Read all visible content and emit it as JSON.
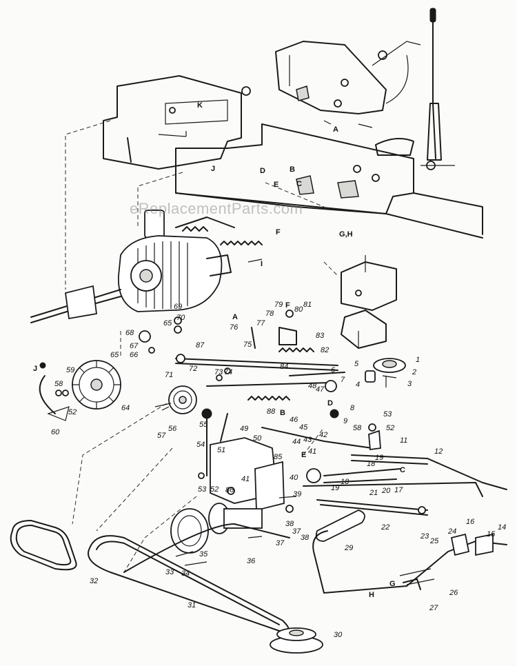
{
  "watermark": "eReplacementParts.com",
  "callouts": [
    {
      "id": "n1",
      "text": "1"
    },
    {
      "id": "n2",
      "text": "2"
    },
    {
      "id": "n3",
      "text": "3"
    },
    {
      "id": "n4",
      "text": "4"
    },
    {
      "id": "n5",
      "text": "5"
    },
    {
      "id": "n6",
      "text": "6"
    },
    {
      "id": "n7",
      "text": "7"
    },
    {
      "id": "n8",
      "text": "8"
    },
    {
      "id": "n9",
      "text": "9"
    },
    {
      "id": "n11",
      "text": "11"
    },
    {
      "id": "n12",
      "text": "12"
    },
    {
      "id": "n14",
      "text": "14"
    },
    {
      "id": "n15",
      "text": "15"
    },
    {
      "id": "n16",
      "text": "16"
    },
    {
      "id": "n17",
      "text": "17"
    },
    {
      "id": "n18a",
      "text": "18"
    },
    {
      "id": "n18b",
      "text": "18"
    },
    {
      "id": "n19a",
      "text": "19"
    },
    {
      "id": "n19b",
      "text": "19"
    },
    {
      "id": "n20",
      "text": "20"
    },
    {
      "id": "n21",
      "text": "21"
    },
    {
      "id": "n22",
      "text": "22"
    },
    {
      "id": "n23",
      "text": "23"
    },
    {
      "id": "n24",
      "text": "24"
    },
    {
      "id": "n25",
      "text": "25"
    },
    {
      "id": "n26",
      "text": "26"
    },
    {
      "id": "n27",
      "text": "27"
    },
    {
      "id": "n29",
      "text": "29"
    },
    {
      "id": "n30",
      "text": "30"
    },
    {
      "id": "n31",
      "text": "31"
    },
    {
      "id": "n32",
      "text": "32"
    },
    {
      "id": "n33",
      "text": "33"
    },
    {
      "id": "n34",
      "text": "34"
    },
    {
      "id": "n35",
      "text": "35"
    },
    {
      "id": "n36",
      "text": "36"
    },
    {
      "id": "n37a",
      "text": "37"
    },
    {
      "id": "n37b",
      "text": "37"
    },
    {
      "id": "n38a",
      "text": "38"
    },
    {
      "id": "n38b",
      "text": "38"
    },
    {
      "id": "n39",
      "text": "39"
    },
    {
      "id": "n40",
      "text": "40"
    },
    {
      "id": "n41a",
      "text": "41"
    },
    {
      "id": "n41b",
      "text": "41"
    },
    {
      "id": "n42",
      "text": "42"
    },
    {
      "id": "n43",
      "text": "43"
    },
    {
      "id": "n44",
      "text": "44"
    },
    {
      "id": "n45",
      "text": "45"
    },
    {
      "id": "n46",
      "text": "46"
    },
    {
      "id": "n47",
      "text": "47"
    },
    {
      "id": "n48",
      "text": "48"
    },
    {
      "id": "n49",
      "text": "49"
    },
    {
      "id": "n50",
      "text": "50"
    },
    {
      "id": "n51",
      "text": "51"
    },
    {
      "id": "n52a",
      "text": "52"
    },
    {
      "id": "n52b",
      "text": "52"
    },
    {
      "id": "n52c",
      "text": "52"
    },
    {
      "id": "n53a",
      "text": "53"
    },
    {
      "id": "n53b",
      "text": "53"
    },
    {
      "id": "n54",
      "text": "54"
    },
    {
      "id": "n55",
      "text": "55"
    },
    {
      "id": "n56",
      "text": "56"
    },
    {
      "id": "n57",
      "text": "57"
    },
    {
      "id": "n58a",
      "text": "58"
    },
    {
      "id": "n58b",
      "text": "58"
    },
    {
      "id": "n59",
      "text": "59"
    },
    {
      "id": "n60",
      "text": "60"
    },
    {
      "id": "n64",
      "text": "64"
    },
    {
      "id": "n65a",
      "text": "65"
    },
    {
      "id": "n65b",
      "text": "65"
    },
    {
      "id": "n66",
      "text": "66"
    },
    {
      "id": "n67",
      "text": "67"
    },
    {
      "id": "n68",
      "text": "68"
    },
    {
      "id": "n69",
      "text": "69"
    },
    {
      "id": "n70",
      "text": "70"
    },
    {
      "id": "n71",
      "text": "71"
    },
    {
      "id": "n72",
      "text": "72"
    },
    {
      "id": "n73",
      "text": "73"
    },
    {
      "id": "n74",
      "text": "74"
    },
    {
      "id": "n75",
      "text": "75"
    },
    {
      "id": "n76",
      "text": "76"
    },
    {
      "id": "n77",
      "text": "77"
    },
    {
      "id": "n78",
      "text": "78"
    },
    {
      "id": "n79",
      "text": "79"
    },
    {
      "id": "n80",
      "text": "80"
    },
    {
      "id": "n81",
      "text": "81"
    },
    {
      "id": "n82",
      "text": "82"
    },
    {
      "id": "n83",
      "text": "83"
    },
    {
      "id": "n84",
      "text": "84"
    },
    {
      "id": "n85",
      "text": "85"
    },
    {
      "id": "n86",
      "text": "86"
    },
    {
      "id": "n87",
      "text": "87"
    },
    {
      "id": "n88",
      "text": "88"
    }
  ],
  "letters": [
    {
      "id": "lA1",
      "text": "A"
    },
    {
      "id": "lA2",
      "text": "A"
    },
    {
      "id": "lB1",
      "text": "B"
    },
    {
      "id": "lB2",
      "text": "B"
    },
    {
      "id": "lC1",
      "text": "C"
    },
    {
      "id": "lC2",
      "text": "C"
    },
    {
      "id": "lD1",
      "text": "D"
    },
    {
      "id": "lD2",
      "text": "D"
    },
    {
      "id": "lE1",
      "text": "E"
    },
    {
      "id": "lE2",
      "text": "E"
    },
    {
      "id": "lF1",
      "text": "F"
    },
    {
      "id": "lF2",
      "text": "F"
    },
    {
      "id": "lGH",
      "text": "G,H"
    },
    {
      "id": "lG2",
      "text": "G"
    },
    {
      "id": "lH2",
      "text": "H"
    },
    {
      "id": "lI1",
      "text": "I"
    },
    {
      "id": "lJ1",
      "text": "J"
    },
    {
      "id": "lJ2",
      "text": "J"
    },
    {
      "id": "lK1",
      "text": "K"
    }
  ]
}
